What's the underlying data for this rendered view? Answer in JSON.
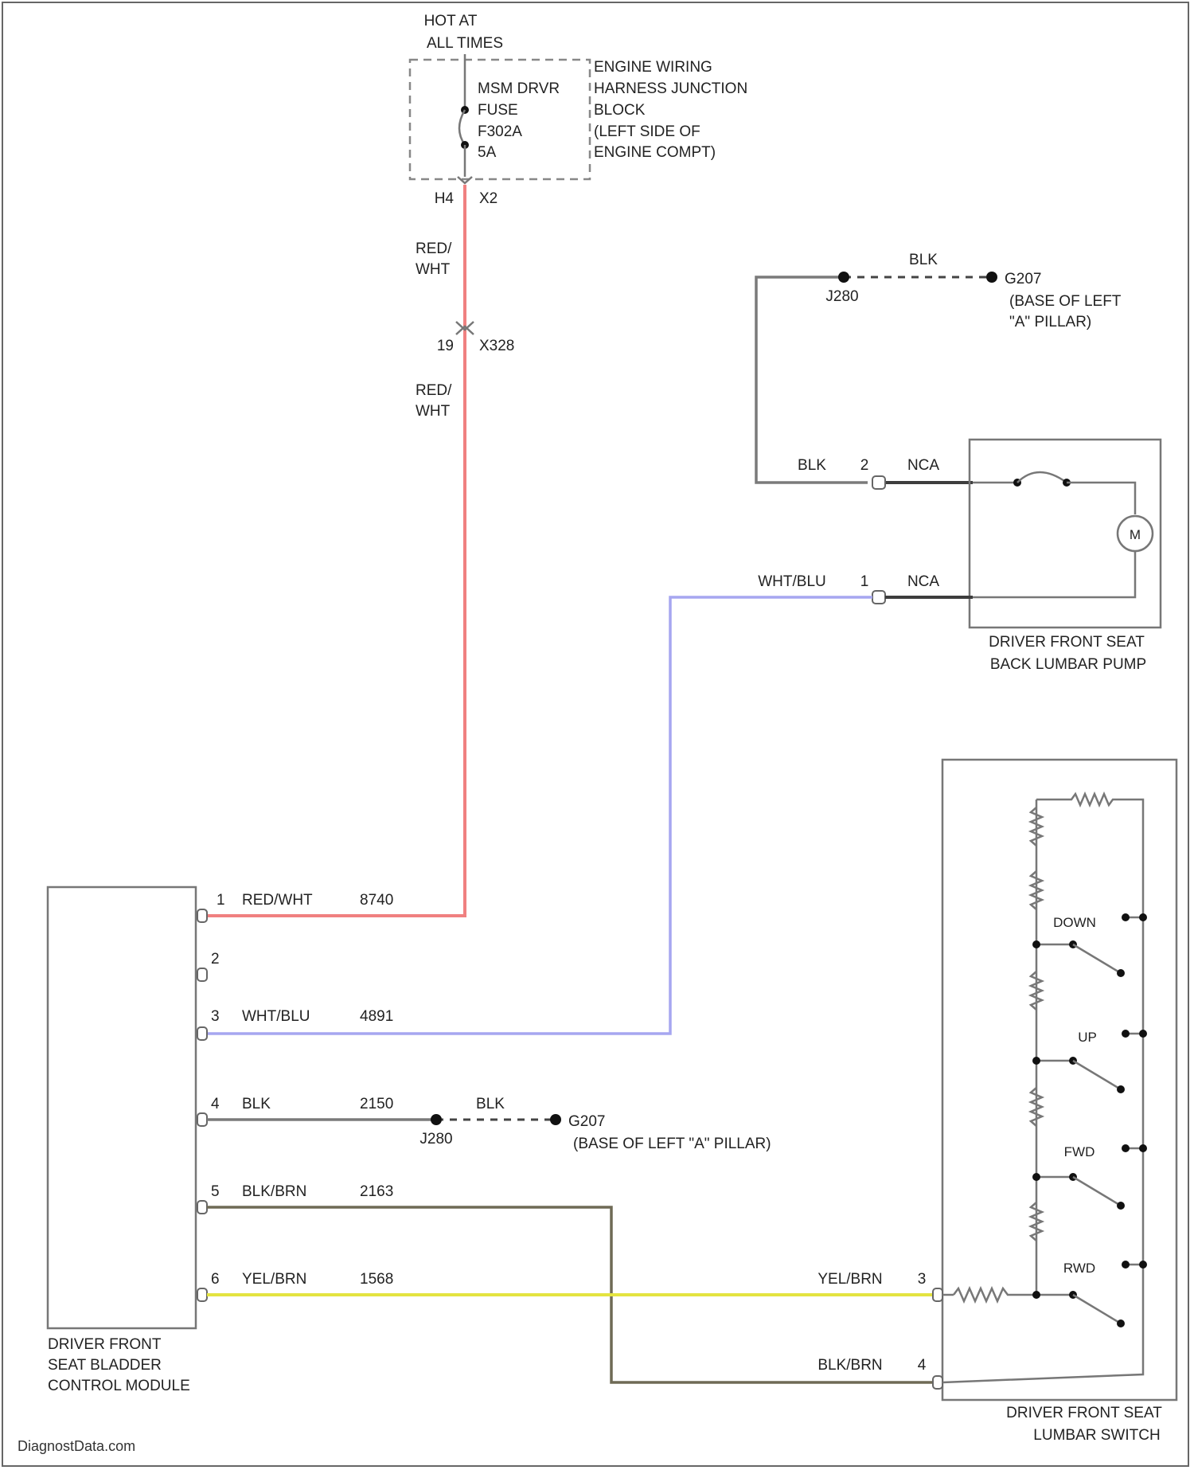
{
  "colors": {
    "red_wht": "#f08080",
    "wht_blu": "#a6a6f0",
    "blk": "#6b6b6b",
    "blk_brn": "#6f6a55",
    "yel_brn": "#e4e440",
    "frame": "#666666"
  },
  "fuse_block": {
    "hot": [
      "HOT AT",
      "ALL TIMES"
    ],
    "fuse": [
      "MSM DRVR",
      "FUSE",
      "F302A",
      "5A"
    ],
    "junction": [
      "ENGINE WIRING",
      "HARNESS JUNCTION",
      "BLOCK",
      "(LEFT SIDE OF",
      "ENGINE COMPT)"
    ],
    "pin": "H4",
    "connector": "X2"
  },
  "inline_connector": {
    "pin": "19",
    "name": "X328"
  },
  "red_wht_labels": [
    [
      "RED/",
      "WHT"
    ],
    [
      "RED/",
      "WHT"
    ]
  ],
  "ground_top": {
    "wire": "BLK",
    "splice": "J280",
    "ground": "G207",
    "location": [
      "(BASE OF LEFT",
      "\"A\" PILLAR)"
    ]
  },
  "pump": {
    "pin2": {
      "wire": "BLK",
      "pin": "2",
      "circuit": "NCA"
    },
    "pin1": {
      "wire": "WHT/BLU",
      "pin": "1",
      "circuit": "NCA"
    },
    "motor": "M",
    "name": [
      "DRIVER FRONT SEAT",
      "BACK LUMBAR PUMP"
    ]
  },
  "module": {
    "name": [
      "DRIVER FRONT",
      "SEAT BLADDER",
      "CONTROL MODULE"
    ],
    "pins": [
      {
        "pin": "1",
        "wire": "RED/WHT",
        "circuit": "8740"
      },
      {
        "pin": "2",
        "wire": "",
        "circuit": ""
      },
      {
        "pin": "3",
        "wire": "WHT/BLU",
        "circuit": "4891"
      },
      {
        "pin": "4",
        "wire": "BLK",
        "circuit": "2150"
      },
      {
        "pin": "5",
        "wire": "BLK/BRN",
        "circuit": "2163"
      },
      {
        "pin": "6",
        "wire": "YEL/BRN",
        "circuit": "1568"
      }
    ]
  },
  "ground_bottom": {
    "wire": "BLK",
    "splice": "J280",
    "ground": "G207",
    "location": "(BASE OF LEFT \"A\" PILLAR)"
  },
  "switch": {
    "name": [
      "DRIVER FRONT SEAT",
      "LUMBAR SWITCH"
    ],
    "positions": [
      "DOWN",
      "UP",
      "FWD",
      "RWD"
    ],
    "pin3": {
      "wire": "YEL/BRN",
      "pin": "3"
    },
    "pin4": {
      "wire": "BLK/BRN",
      "pin": "4"
    }
  },
  "footer": "DiagnostData.com"
}
